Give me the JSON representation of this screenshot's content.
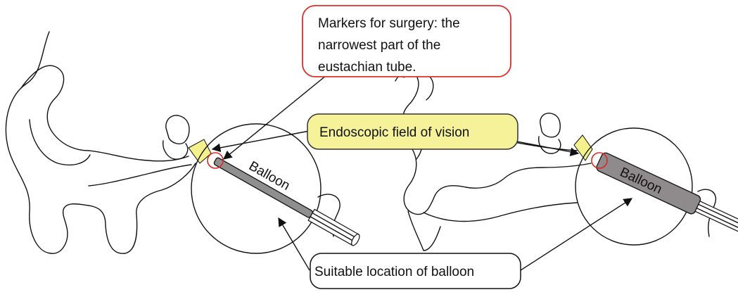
{
  "callouts": {
    "markers": {
      "lines": [
        "Markers for surgery: the",
        "narrowest part of the",
        "eustachian tube."
      ]
    },
    "endoscopic": {
      "text": "Endoscopic field of vision"
    },
    "suitable": {
      "text": "Suitable location of balloon"
    }
  },
  "balloon_labels": {
    "left": "Balloon",
    "right": "Balloon"
  },
  "colors": {
    "markers_border": "#d9302a",
    "endoscopic_fill": "#f6f29a",
    "endoscopic_border": "#333333",
    "field_of_vision_fill": "#f4f08c",
    "balloon_fill_left": "#8f8f8f",
    "balloon_fill_right": "#8f8a8c",
    "marker_circle": "#e0241f",
    "line": "#111111"
  }
}
